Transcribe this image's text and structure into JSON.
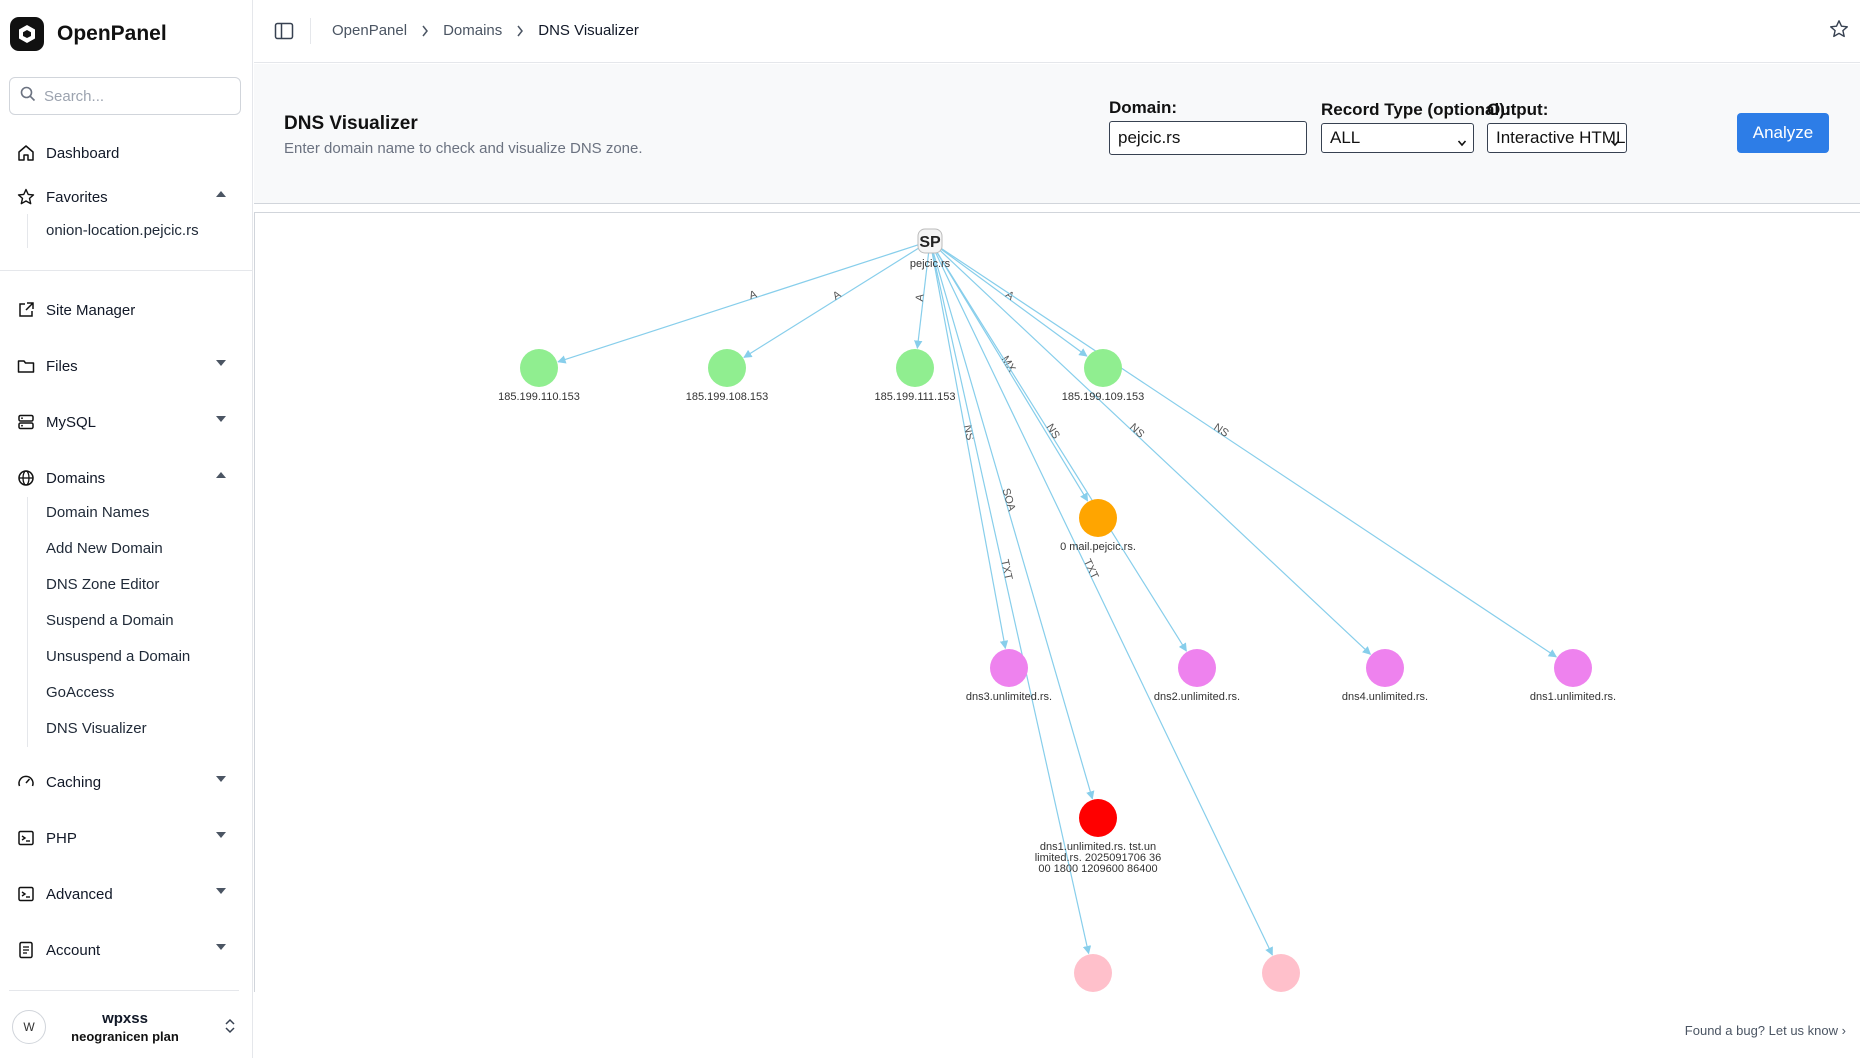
{
  "brand": {
    "name": "OpenPanel"
  },
  "search": {
    "placeholder": "Search..."
  },
  "sidebar": {
    "dashboard": "Dashboard",
    "favorites": {
      "label": "Favorites",
      "items": [
        "onion-location.pejcic.rs"
      ]
    },
    "site_manager": "Site Manager",
    "files": "Files",
    "mysql": "MySQL",
    "domains": {
      "label": "Domains",
      "items": [
        "Domain Names",
        "Add New Domain",
        "DNS Zone Editor",
        "Suspend a Domain",
        "Unsuspend a Domain",
        "GoAccess",
        "DNS Visualizer"
      ]
    },
    "caching": "Caching",
    "php": "PHP",
    "advanced": "Advanced",
    "account": "Account"
  },
  "user": {
    "initial": "W",
    "name": "wpxss",
    "plan": "neogranicen plan"
  },
  "breadcrumb": [
    "OpenPanel",
    "Domains",
    "DNS Visualizer"
  ],
  "page": {
    "title": "DNS Visualizer",
    "description": "Enter domain name to check and visualize DNS zone."
  },
  "form": {
    "domain_label": "Domain:",
    "domain_value": "pejcic.rs",
    "record_type_label": "Record Type (optional):",
    "record_type_value": "ALL",
    "output_label": "Output:",
    "output_value": "Interactive HTML",
    "analyze_label": "Analyze"
  },
  "graph": {
    "root": {
      "badge": "SP",
      "label": "pejcic.rs"
    },
    "nodes": [
      {
        "id": "a1",
        "label": "185.199.110.153",
        "type": "A"
      },
      {
        "id": "a2",
        "label": "185.199.108.153",
        "type": "A"
      },
      {
        "id": "a3",
        "label": "185.199.111.153",
        "type": "A"
      },
      {
        "id": "a4",
        "label": "185.199.109.153",
        "type": "A"
      },
      {
        "id": "mx",
        "label": "0 mail.pejcic.rs.",
        "type": "MX"
      },
      {
        "id": "ns3",
        "label": "dns3.unlimited.rs.",
        "type": "NS"
      },
      {
        "id": "ns2",
        "label": "dns2.unlimited.rs.",
        "type": "NS"
      },
      {
        "id": "ns4",
        "label": "dns4.unlimited.rs.",
        "type": "NS"
      },
      {
        "id": "ns1",
        "label": "dns1.unlimited.rs.",
        "type": "NS"
      },
      {
        "id": "soa",
        "label": [
          "dns1.unlimited.rs. tst.un",
          "limited.rs. 2025091706 36",
          "00 1800 1209600 86400"
        ],
        "type": "SOA"
      },
      {
        "id": "txt1",
        "label": "",
        "type": "TXT"
      },
      {
        "id": "txt2",
        "label": "",
        "type": "TXT"
      }
    ],
    "edges": [
      {
        "to": "a1",
        "label": "A"
      },
      {
        "to": "a2",
        "label": "A"
      },
      {
        "to": "a3",
        "label": "A"
      },
      {
        "to": "a4",
        "label": "A"
      },
      {
        "to": "mx",
        "label": "MX"
      },
      {
        "to": "ns3",
        "label": "NS"
      },
      {
        "to": "ns2",
        "label": "NS"
      },
      {
        "to": "ns4",
        "label": "NS"
      },
      {
        "to": "ns1",
        "label": "NS"
      },
      {
        "to": "soa",
        "label": "SOA"
      },
      {
        "to": "txt1",
        "label": "TXT"
      },
      {
        "to": "txt2",
        "label": "TXT"
      }
    ],
    "colors": {
      "A": "#90ee90",
      "MX": "#ffa500",
      "NS": "#ee82ee",
      "SOA": "#ff0000",
      "TXT": "#ffc0cb",
      "edge": "#87ceeb"
    }
  },
  "footer": {
    "bug_text": "Found a bug? Let us know"
  }
}
